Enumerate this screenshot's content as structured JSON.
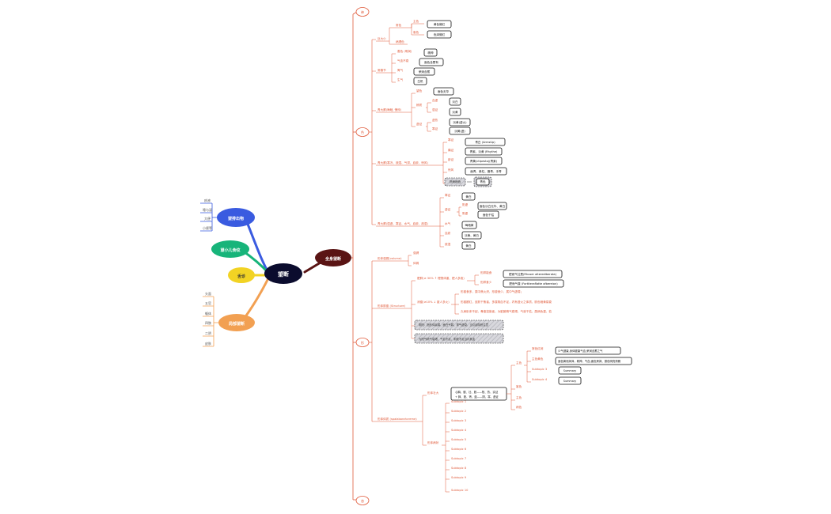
{
  "center": {
    "label": "望断"
  },
  "branches": {
    "main": {
      "label": "全身望断"
    },
    "blue": {
      "label": "望排出物",
      "children": [
        "痰液",
        "唾与涎",
        "大便",
        "小便等"
      ]
    },
    "green": {
      "label": "望小儿食纹"
    },
    "yellow": {
      "label": "舌诊"
    },
    "orange": {
      "label": "局部望断",
      "children": [
        "头面",
        "五官",
        "躯体",
        "四肢",
        "二阴",
        "皮肤"
      ]
    }
  },
  "main_spine": {
    "top": "神",
    "middle": "色",
    "lower": "形",
    "bottom": "态"
  },
  "se": {
    "g1": {
      "label": "巨大小",
      "children": [
        {
          "label": "常色",
          "children": [
            {
              "label": "主色",
              "leaf": "黄色微红"
            },
            {
              "label": "客色",
              "leaf": "色泽微红"
            }
          ]
        },
        {
          "label": "病理色"
        }
      ]
    },
    "g2": {
      "label": "常春节",
      "children": [
        {
          "label": "善色 (明润)",
          "leaf": "精神"
        },
        {
          "label": "气血不衰",
          "leaf": "面色含蓄有"
        },
        {
          "label": "胃气",
          "leaf": "荣润含蓄"
        },
        {
          "label": "生气",
          "leaf": "生机"
        }
      ]
    },
    "g3": {
      "label": "青大察(晦暗, 憔悴)",
      "children": [
        {
          "label": "望色",
          "leaf": "面色无华"
        },
        {
          "label": "辨质",
          "children": [
            {
              "label": "血虚",
              "leaf": "淡白"
            },
            {
              "label": "湿证",
              "leaf": "淡黄"
            }
          ]
        },
        {
          "label": "虚证",
          "children": [
            {
              "label": "虚热",
              "leaf": "淡黄(虚火)"
            },
            {
              "label": "寒证",
              "leaf": "淡黄(虚)"
            }
          ]
        }
      ]
    },
    "g4": {
      "label": "青大察(寒冷、痰湿、气滞、血瘀、惊风)",
      "children": [
        {
          "label": "寒证",
          "leaf": "青白 (ArmsUp)"
        },
        {
          "label": "痛证",
          "leaf": "青紫、淡黄 (Rhythe)"
        },
        {
          "label": "瘀证",
          "leaf": "青黄(ctlpesto)(青紫)"
        },
        {
          "label": "惊风",
          "leaf": "面青、鼻柱、唇青、手青"
        },
        {
          "label": "肝病病色",
          "leaf": "青色"
        }
      ]
    },
    "g5": {
      "label": "青大察(湿虚、寒证、水气、血瘀、痰湿)",
      "children": [
        {
          "label": "寒证",
          "leaf": "黄白"
        },
        {
          "label": "虚证",
          "children": [
            {
              "label": "阳虚",
              "leaf": "面色淡白无华、黄白"
            },
            {
              "label": "阴虚",
              "leaf": "面色干枯"
            }
          ]
        },
        {
          "label": "水气",
          "leaf": "晦暗黄"
        },
        {
          "label": "血瘀",
          "leaf": "淡黄、黄白"
        },
        {
          "label": "痰湿",
          "leaf": "黄白"
        }
      ]
    }
  },
  "xing": {
    "g1": {
      "label": "形体强弱(volume)",
      "children": [
        "强健",
        "体弱"
      ]
    },
    "g2": {
      "label": "形体胖瘦 (Structure)",
      "children": [
        {
          "label": "肥胖(≥ 30% ↑ 理想体重、肥人多痰)",
          "children": [
            {
              "label": "形胖能食",
              "leaf": "肥而气壮是(Rhuser alterediberata)"
            },
            {
              "label": "形胖食少",
              "leaf": "肥而气衰 (Fortiteraflatte ofbereion)"
            }
          ]
        },
        {
          "label": "消瘦(≥10% ↓ 瘦人多火)",
          "children": [
            "形瘦食多，属中焦火炽，形瘦食少，属中气虚弱；",
            "形瘦颧红，皮肤干焦者，多属阴血不足，内有虚火之体质，肤色暗黄易衰",
            "久病卧床不起，骨瘦如柴者，为脏腑精气衰竭，气液干枯，属病危重，若"
          ]
        }
      ]
    },
    "note1": "阴阳：指形体羸弱、面白气弱、胃气虚衰，当引起特别注意",
    "note2": "为阳气精气衰竭，气血不足、阴液不足当补其血",
    "g3": {
      "label": "形体体质 (spalaborahcreme)",
      "children": [
        {
          "label": "形体壮大",
          "leaf": "心胸、健、壮、胆——阳、热、实证\n+ 肺、胆、肾、蓝——阴、寒、虚证"
        },
        {
          "label": "形体病状",
          "children": [
            "Subtopic 1",
            "Subtopic 2",
            "Subtopic 3",
            "Subtopic 4",
            "Subtopic 5",
            "Subtopic 6",
            "Subtopic 7",
            "Subtopic 8",
            "Subtopic 9",
            "Subtopic 10"
          ]
        }
      ]
    },
    "sub": {
      "a": {
        "label": "主色",
        "children": [
          {
            "label": "常色红润",
            "leaf": "少气健康,身体健康气血,荣润含蓄之气"
          },
          {
            "label": "主色黄色",
            "leaf": "面色黄而润泽，精神、气血,面色荣润、颜色明亮清朗"
          },
          {
            "label": "Subtopic 3",
            "leaf": "Summary"
          },
          {
            "label": "Subtopic 4",
            "leaf": "Summary"
          }
        ]
      },
      "b": "客色",
      "c": "主色",
      "d": "病色"
    }
  },
  "colors": {
    "dark": "#0b0c2e",
    "maroon": "#5a1414",
    "blue": "#3a5be0",
    "green": "#17b47a",
    "yellow": "#f2d324",
    "orange": "#f2a052",
    "line": "#e05a3a"
  }
}
